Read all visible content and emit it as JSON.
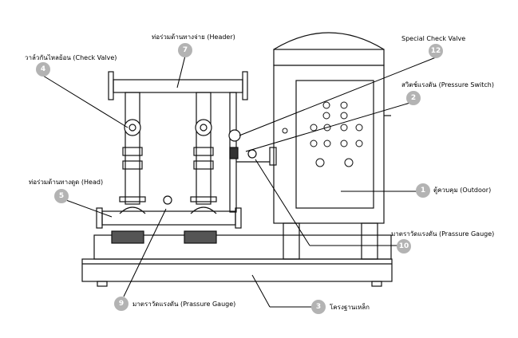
{
  "colors": {
    "badge": "#b3b3b3",
    "line": "#111111"
  },
  "callouts": [
    {
      "id": "c4",
      "number": "4",
      "label": "วาล์วกันไหลย้อน (Check Valve)"
    },
    {
      "id": "c7",
      "number": "7",
      "label": "ท่อร่วมด้านทางจ่าย (Header)"
    },
    {
      "id": "c12",
      "number": "12",
      "label": "Special Check Valve"
    },
    {
      "id": "c2",
      "number": "2",
      "label": "สวิตช์แรงดัน (Pressure Switch)"
    },
    {
      "id": "c5",
      "number": "5",
      "label": "ท่อร่วมด้านทางดูด (Head)"
    },
    {
      "id": "c1",
      "number": "1",
      "label": "ตู้ควบคุม (Outdoor)"
    },
    {
      "id": "c10",
      "number": "10",
      "label": "มาตราวัดแรงดัน (Prassure Gauge)"
    },
    {
      "id": "c9",
      "number": "9",
      "label": "มาตราวัดแรงดัน (Prassure Gauge)"
    },
    {
      "id": "c3",
      "number": "3",
      "label": "โครงฐานเหล็ก"
    }
  ]
}
